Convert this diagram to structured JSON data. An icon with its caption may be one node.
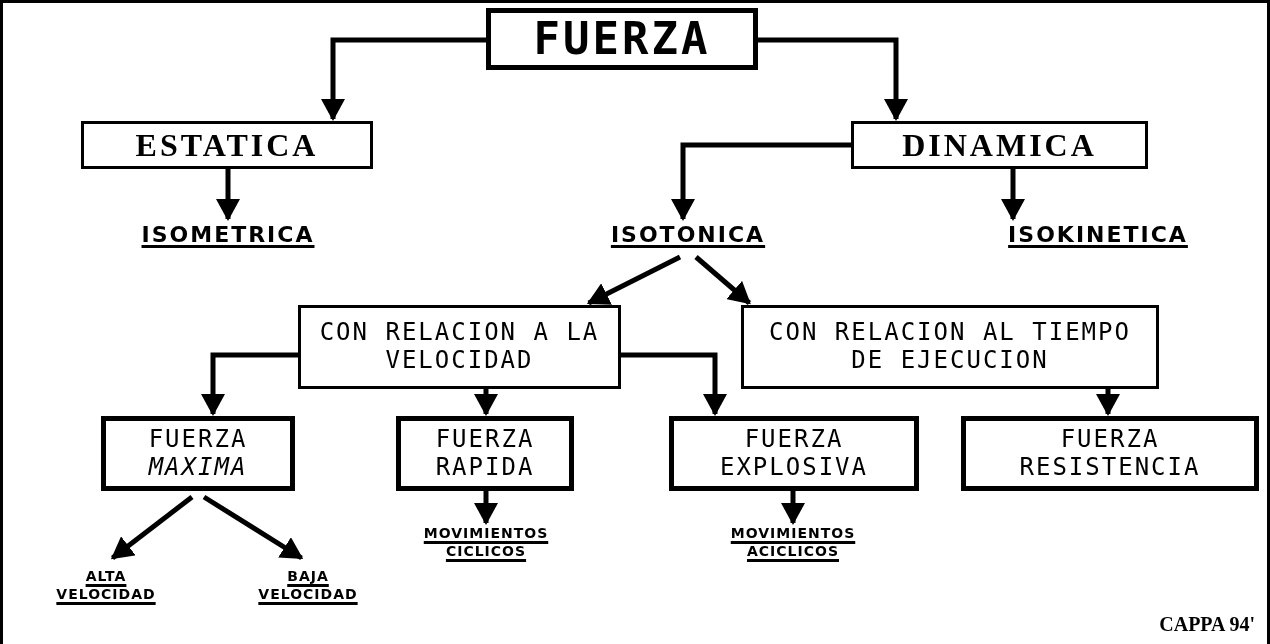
{
  "diagram": {
    "nodes": [
      {
        "text": [
          "FUERZA"
        ]
      },
      {
        "text": [
          "ESTATICA"
        ]
      },
      {
        "text": [
          "DINAMICA"
        ]
      },
      {
        "text": [
          "ISOMETRICA"
        ]
      },
      {
        "text": [
          "ISOTONICA"
        ]
      },
      {
        "text": [
          "ISOKINETICA"
        ]
      },
      {
        "text": [
          "CON RELACION A LA VELOCIDAD"
        ]
      },
      {
        "text": [
          "CON RELACION AL TIEMPO DE EJECUCION"
        ]
      },
      {
        "text": [
          "FUERZA *MAXIMA*"
        ]
      },
      {
        "text": [
          "FUERZA RAPIDA"
        ]
      },
      {
        "text": [
          "FUERZA EXPLOSIVA"
        ]
      },
      {
        "text": [
          "FUERZA RESISTENCIA"
        ]
      },
      {
        "text": [
          "ALTA VELOCIDAD"
        ]
      },
      {
        "text": [
          "BAJA VELOCIDAD"
        ]
      },
      {
        "text": [
          "MOVIMIENTOS CICLICOS"
        ]
      },
      {
        "text": [
          "MOVIMIENTOS ACICLICOS"
        ]
      }
    ],
    "edges": [
      {
        "from": 0,
        "to": 1,
        "arrow": "to"
      },
      {
        "from": 0,
        "to": 2,
        "arrow": "to"
      },
      {
        "from": 1,
        "to": 3,
        "arrow": "to"
      },
      {
        "from": 2,
        "to": 4,
        "arrow": "to"
      },
      {
        "from": 2,
        "to": 5,
        "arrow": "to"
      },
      {
        "from": 4,
        "to": 6,
        "arrow": "to"
      },
      {
        "from": 4,
        "to": 7,
        "arrow": "to"
      },
      {
        "from": 6,
        "to": 8,
        "arrow": "to"
      },
      {
        "from": 6,
        "to": 9,
        "arrow": "to"
      },
      {
        "from": 6,
        "to": 10,
        "arrow": "to"
      },
      {
        "from": 7,
        "to": 11,
        "arrow": "to"
      },
      {
        "from": 8,
        "to": 12,
        "arrow": "to"
      },
      {
        "from": 8,
        "to": 13,
        "arrow": "to"
      },
      {
        "from": 9,
        "to": 14,
        "arrow": "to"
      },
      {
        "from": 10,
        "to": 15,
        "arrow": "to"
      }
    ],
    "labels": [
      "CAPPA 94'"
    ]
  }
}
